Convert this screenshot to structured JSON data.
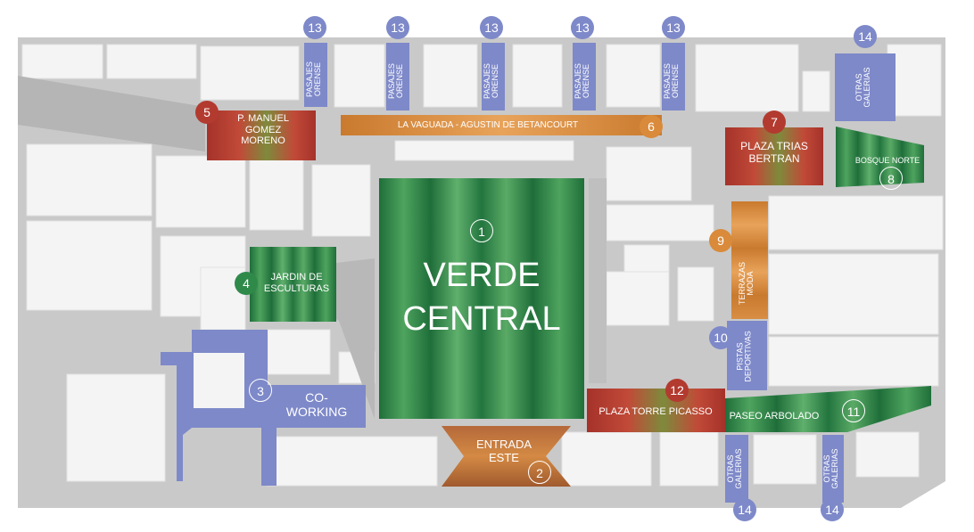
{
  "map": {
    "colors": {
      "ground": "#c9c9c9",
      "building": "#f3f3f3",
      "green": "#2f8a4a",
      "green_light": "#5fae6c",
      "blue": "#7e89c9",
      "red": "#b33a2f",
      "orange": "#d98a3a"
    },
    "zones": {
      "z1": {
        "number": "1",
        "label": "VERDE\nCENTRAL"
      },
      "z2": {
        "number": "2",
        "label": "ENTRADA\nESTE"
      },
      "z3": {
        "number": "3",
        "label": "CO-\nWORKING"
      },
      "z4": {
        "number": "4",
        "label": "JARDIN DE\nESCULTURAS"
      },
      "z5": {
        "number": "5",
        "label": "P. MANUEL\nGOMEZ\nMORENO"
      },
      "z6": {
        "number": "6",
        "label": "LA VAGUADA - AGUSTIN DE BETANCOURT"
      },
      "z7": {
        "number": "7",
        "label": "PLAZA TRIAS\nBERTRAN"
      },
      "z8": {
        "number": "8",
        "label": "BOSQUE NORTE"
      },
      "z9": {
        "number": "9",
        "label": "TERRAZAS\nMODA"
      },
      "z10": {
        "number": "10",
        "label": "PISTAS\nDEPORTIVAS"
      },
      "z11": {
        "number": "11",
        "label": "PASEO ARBOLADO"
      },
      "z12": {
        "number": "12",
        "label": "PLAZA TORRE PICASSO"
      }
    },
    "pasajes": {
      "number": "13",
      "label": "PASAJES\nORENSE"
    },
    "galerias": {
      "number": "14",
      "label": "OTRAS\nGALERIAS"
    }
  }
}
